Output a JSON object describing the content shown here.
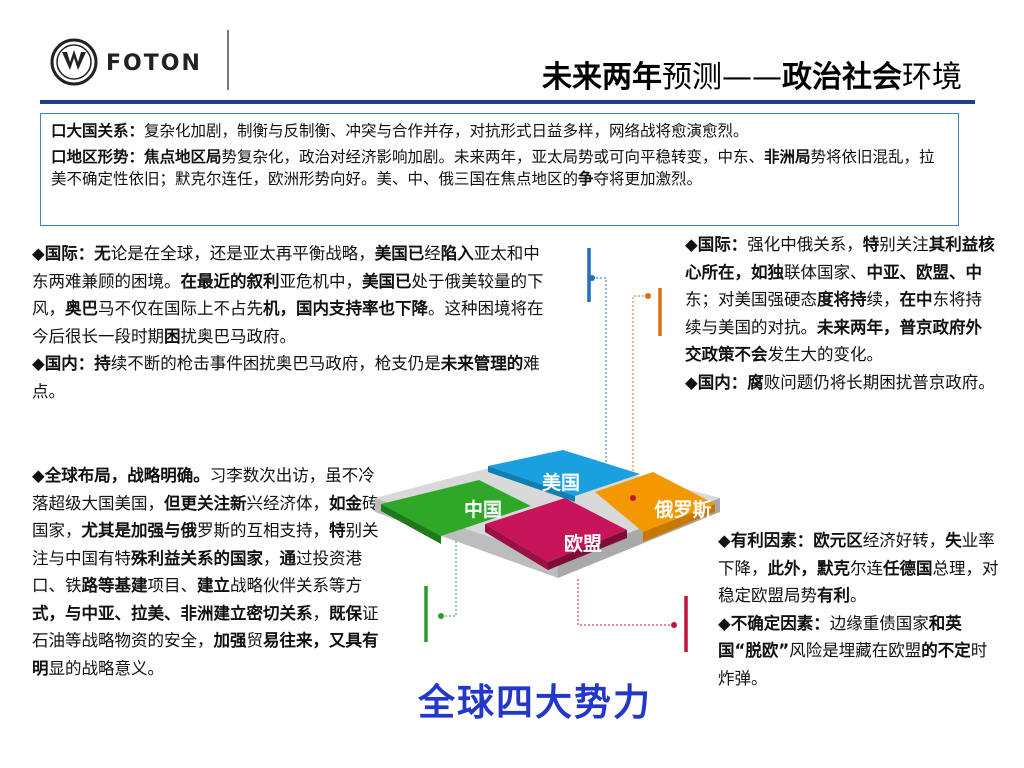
{
  "logo": {
    "text": "FOTON"
  },
  "title": {
    "part1": "未来两年",
    "part2": "预测——",
    "part3": "政治社会",
    "part4": "环境"
  },
  "box": {
    "p1_head": "口大国关系：",
    "p1_body": "复杂化加剧，制衡与反制衡、冲突与合作并存，对抗形式日益多样，网络战将愈演愈烈。",
    "p2_head": "口地区形势：焦点地区局",
    "p2_body1": "势复杂化，政治对经济影响加剧。未来两年，亚太局势或可向平稳转变，中东、",
    "p2_bold2": "非洲局",
    "p2_body2": "势将依旧混乱，拉美不确定性依旧；默克尔连任，欧洲形势向好。美、中、俄三国在焦点地区的",
    "p2_bold3": "争",
    "p2_body3": "夺将更加激烈。"
  },
  "us": {
    "s1_head": "◆国际：",
    "s1_bold1": "无",
    "s1_t1": "论是在全球，还是亚太再平衡战略，",
    "s1_bold2": "美国已",
    "s1_t2": "经",
    "s1_bold3": "陷入",
    "s1_t3": "亚太和中东两难兼顾的困境。",
    "s1_bold4": "在最近的叙利",
    "s1_t4": "亚危机中，",
    "s1_bold5": "美国已",
    "s1_t5": "处于俄美较量的下风，",
    "s1_bold6": "奥巴",
    "s1_t6": "马不仅在国际上不占先",
    "s1_bold7": "机，国内支持率也下降",
    "s1_t7": "。这种困境将在今后很长一段时期",
    "s1_bold8": "困",
    "s1_t8": "扰奥巴马政府。",
    "s2_head": "◆国内：",
    "s2_bold1": "持",
    "s2_t1": "续不断的枪击事件困扰奥巴马政府，枪支仍是",
    "s2_bold2": "未来管理的",
    "s2_t2": "难点。"
  },
  "china": {
    "head": "◆全球布局，战略明确。",
    "t1": "习李数次出访，虽不冷落超级大国美国，",
    "b1": "但更关注新",
    "t2": "兴经济体，",
    "b2": "如金",
    "t3": "砖国家，",
    "b3": "尤其是加强与俄",
    "t4": "罗斯的互相支持，",
    "b4": "特",
    "t5": "别关注与中国有特",
    "b5": "殊利益关系的国家",
    "t6": "，",
    "b6": "通",
    "t7": "过投资港口、铁",
    "b7": "路等基建",
    "t8": "项目、",
    "b8": "建立",
    "t9": "战略伙伴关系等方",
    "b9": "式，与中亚、拉美、非洲建立密切关系",
    "t10": "，",
    "b10": "既保",
    "t11": "证石油等战略物资的安全，",
    "b11": "加强",
    "t12": "贸",
    "b12": "易往来，又具有明",
    "t13": "显的战略意义。"
  },
  "russia": {
    "s1_head": "◆国际：",
    "s1_t1": "强化中俄关系，",
    "s1_bold1": "特",
    "s1_t2": "别关注",
    "s1_bold2": "其利益核心所在，如独",
    "s1_t3": "联体国家、",
    "s1_bold3": "中亚、欧盟、中",
    "s1_t4": "东；对美国强硬态",
    "s1_bold4": "度将持",
    "s1_t5": "续，",
    "s1_bold5": "在中",
    "s1_t6": "东将持续与美国的对抗。",
    "s1_bold6": "未来两年，普京政府外交政策不会",
    "s1_t7": "发生大的变化。",
    "s2_head": "◆国内：",
    "s2_bold1": "腐",
    "s2_t1": "败问题仍将长期困扰普京政府。"
  },
  "eu": {
    "s1_head": "◆有利因素：",
    "s1_bold1": "欧元区",
    "s1_t1": "经济好转，",
    "s1_bold2": "失",
    "s1_t2": "业率下降，",
    "s1_bold3": "此外，默克",
    "s1_t3": "尔连",
    "s1_bold4": "任德国",
    "s1_t4": "总理，对稳定欧盟局势",
    "s1_bold5": "有利",
    "s1_t5": "。",
    "s2_head": "◆不确定因素：",
    "s2_t1": "边缘重债国家",
    "s2_bold1": "和英国“脱欧”",
    "s2_t2": "风险是埋藏在欧盟",
    "s2_bold2": "的不定",
    "s2_t3": "时炸弹。"
  },
  "diagram": {
    "us": "美国",
    "china": "中国",
    "russia": "俄罗斯",
    "eu": "欧盟",
    "caption": "全球四大势力",
    "colors": {
      "us": "#1aa0de",
      "china": "#2fa82a",
      "russia": "#f39800",
      "eu": "#c8155a",
      "line_blue": "#1f6fc0",
      "line_orange": "#e06c10",
      "line_green": "#2a9a2a",
      "line_red": "#c0143c"
    }
  }
}
